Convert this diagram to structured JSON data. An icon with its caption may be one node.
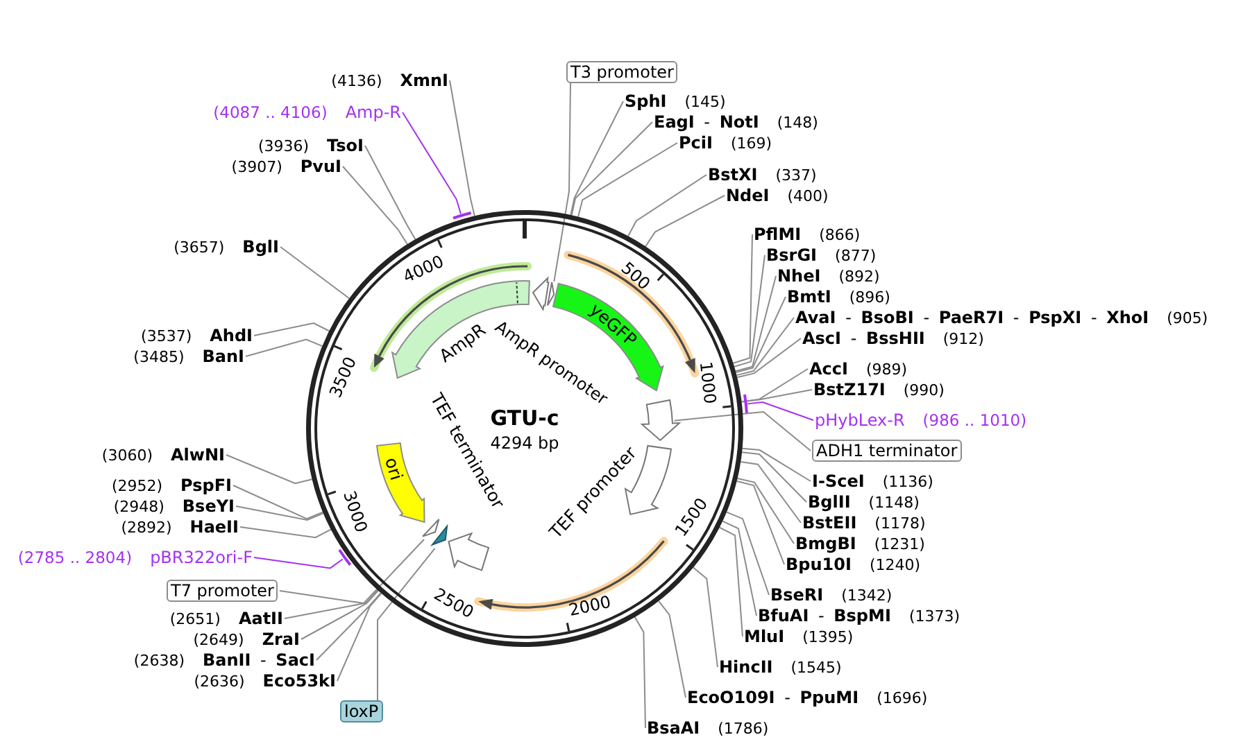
{
  "diagram": {
    "nodes": [
      {
        "text": [
          "GTU-c",
          "4294 bp"
        ]
      },
      {
        "text": [
          "AmpR"
        ],
        "in": 0
      },
      {
        "text": [
          "AmpR promoter"
        ],
        "in": 0
      },
      {
        "text": [
          "yeGFP"
        ],
        "in": 0
      },
      {
        "text": [
          "ori"
        ],
        "in": 0
      },
      {
        "text": [
          "TEF terminator"
        ],
        "in": 0
      },
      {
        "text": [
          "TEF promoter"
        ],
        "in": 0
      },
      {
        "text": [],
        "shape": "arrow",
        "in": 0
      },
      {
        "text": [],
        "shape": "arrow",
        "in": 0
      },
      {
        "text": [],
        "shape": "arrow",
        "in": 0
      },
      {
        "text": [],
        "shape": "arrow",
        "in": 0
      },
      {
        "text": [],
        "shape": "bar"
      },
      {
        "text": [],
        "shape": "bar"
      },
      {
        "text": [],
        "shape": "bar"
      },
      {
        "text": [
          "T3 promoter"
        ]
      },
      {
        "text": [
          "SphI"
        ],
        "beside": [
          "(145)"
        ]
      },
      {
        "text": [
          "**EagI** - **NotI**"
        ],
        "beside": [
          "(148)"
        ]
      },
      {
        "text": [
          "PciI"
        ],
        "beside": [
          "(169)"
        ]
      },
      {
        "text": [
          "BstXI"
        ],
        "beside": [
          "(337)"
        ]
      },
      {
        "text": [
          "NdeI"
        ],
        "beside": [
          "(400)"
        ]
      },
      {
        "text": [
          "PflMI"
        ],
        "beside": [
          "(866)"
        ]
      },
      {
        "text": [
          "BsrGI"
        ],
        "beside": [
          "(877)"
        ]
      },
      {
        "text": [
          "NheI"
        ],
        "beside": [
          "(892)"
        ]
      },
      {
        "text": [
          "BmtI"
        ],
        "beside": [
          "(896)"
        ]
      },
      {
        "text": [
          "**AvaI** - **BsoBI** - **PaeR7I** - **PspXI** - **XhoI**"
        ],
        "beside": [
          "(905)"
        ]
      },
      {
        "text": [
          "**AscI** - **BssHII**"
        ],
        "beside": [
          "(912)"
        ]
      },
      {
        "text": [
          "AccI"
        ],
        "beside": [
          "(989)"
        ]
      },
      {
        "text": [
          "BstZ17I"
        ],
        "beside": [
          "(990)"
        ]
      },
      {
        "text": [
          "pHybLex-R"
        ],
        "beside": [
          "(986 .. 1010)"
        ]
      },
      {
        "text": [
          "ADH1 terminator"
        ]
      },
      {
        "text": [
          "I-SceI"
        ],
        "beside": [
          "(1136)"
        ]
      },
      {
        "text": [
          "BglII"
        ],
        "beside": [
          "(1148)"
        ]
      },
      {
        "text": [
          "BstEII"
        ],
        "beside": [
          "(1178)"
        ]
      },
      {
        "text": [
          "BmgBI"
        ],
        "beside": [
          "(1231)"
        ]
      },
      {
        "text": [
          "Bpu10I"
        ],
        "beside": [
          "(1240)"
        ]
      },
      {
        "text": [
          "BseRI"
        ],
        "beside": [
          "(1342)"
        ]
      },
      {
        "text": [
          "**BfuAI** - **BspMI**"
        ],
        "beside": [
          "(1373)"
        ]
      },
      {
        "text": [
          "MluI"
        ],
        "beside": [
          "(1395)"
        ]
      },
      {
        "text": [
          "HincII"
        ],
        "beside": [
          "(1545)"
        ]
      },
      {
        "text": [
          "**EcoO109I** - **PpuMI**"
        ],
        "beside": [
          "(1696)"
        ]
      },
      {
        "text": [
          "BsaAI"
        ],
        "beside": [
          "(1786)"
        ]
      },
      {
        "text": [
          "loxP"
        ]
      },
      {
        "text": [
          "Eco53kI"
        ],
        "beside": [
          "(2636)"
        ]
      },
      {
        "text": [
          "**BanII** - **SacI**"
        ],
        "beside": [
          "(2638)"
        ]
      },
      {
        "text": [
          "ZraI"
        ],
        "beside": [
          "(2649)"
        ]
      },
      {
        "text": [
          "AatII"
        ],
        "beside": [
          "(2651)"
        ]
      },
      {
        "text": [
          "T7 promoter"
        ]
      },
      {
        "text": [
          "pBR322ori-F"
        ],
        "beside": [
          "(2785 .. 2804)"
        ]
      },
      {
        "text": [
          "HaeII"
        ],
        "beside": [
          "(2892)"
        ]
      },
      {
        "text": [
          "BseYI"
        ],
        "beside": [
          "(2948)"
        ]
      },
      {
        "text": [
          "PspFI"
        ],
        "beside": [
          "(2952)"
        ]
      },
      {
        "text": [
          "AlwNI"
        ],
        "beside": [
          "(3060)"
        ]
      },
      {
        "text": [
          "BanI"
        ],
        "beside": [
          "(3485)"
        ]
      },
      {
        "text": [
          "AhdI"
        ],
        "beside": [
          "(3537)"
        ]
      },
      {
        "text": [
          "BglI"
        ],
        "beside": [
          "(3657)"
        ]
      },
      {
        "text": [
          "PvuI"
        ],
        "beside": [
          "(3907)"
        ]
      },
      {
        "text": [
          "TsoI"
        ],
        "beside": [
          "(3936)"
        ]
      },
      {
        "text": [
          "Amp-R"
        ],
        "beside": [
          "(4087 .. 4106)"
        ]
      },
      {
        "text": [
          "XmnI"
        ],
        "beside": [
          "(4136)"
        ]
      }
    ],
    "edges": [
      {
        "from": 14,
        "to": 9,
        "arrow": "none"
      },
      {
        "from": 15,
        "to": 0,
        "arrow": "none"
      },
      {
        "from": 16,
        "to": 0,
        "arrow": "none"
      },
      {
        "from": 17,
        "to": 0,
        "arrow": "none"
      },
      {
        "from": 18,
        "to": 0,
        "arrow": "none"
      },
      {
        "from": 19,
        "to": 0,
        "arrow": "none"
      },
      {
        "from": 20,
        "to": 0,
        "arrow": "none"
      },
      {
        "from": 21,
        "to": 0,
        "arrow": "none"
      },
      {
        "from": 22,
        "to": 0,
        "arrow": "none"
      },
      {
        "from": 23,
        "to": 0,
        "arrow": "none"
      },
      {
        "from": 24,
        "to": 0,
        "arrow": "none"
      },
      {
        "from": 25,
        "to": 0,
        "arrow": "none"
      },
      {
        "from": 26,
        "to": 0,
        "arrow": "none"
      },
      {
        "from": 27,
        "to": 0,
        "arrow": "none"
      },
      {
        "from": 28,
        "to": 13,
        "arrow": "none",
        "color": "#a431f0"
      },
      {
        "from": 29,
        "to": 10,
        "arrow": "none"
      },
      {
        "from": 30,
        "to": 0,
        "arrow": "none"
      },
      {
        "from": 31,
        "to": 0,
        "arrow": "none"
      },
      {
        "from": 32,
        "to": 0,
        "arrow": "none"
      },
      {
        "from": 33,
        "to": 0,
        "arrow": "none"
      },
      {
        "from": 34,
        "to": 0,
        "arrow": "none"
      },
      {
        "from": 35,
        "to": 0,
        "arrow": "none"
      },
      {
        "from": 36,
        "to": 0,
        "arrow": "none"
      },
      {
        "from": 37,
        "to": 0,
        "arrow": "none"
      },
      {
        "from": 38,
        "to": 0,
        "arrow": "none"
      },
      {
        "from": 39,
        "to": 0,
        "arrow": "none"
      },
      {
        "from": 40,
        "to": 0,
        "arrow": "none"
      },
      {
        "from": 41,
        "to": 8,
        "arrow": "none"
      },
      {
        "from": 42,
        "to": 0,
        "arrow": "none"
      },
      {
        "from": 43,
        "to": 0,
        "arrow": "none"
      },
      {
        "from": 44,
        "to": 0,
        "arrow": "none"
      },
      {
        "from": 45,
        "to": 0,
        "arrow": "none"
      },
      {
        "from": 46,
        "to": 7,
        "arrow": "none"
      },
      {
        "from": 47,
        "to": 11,
        "arrow": "none",
        "color": "#a431f0"
      },
      {
        "from": 48,
        "to": 0,
        "arrow": "none"
      },
      {
        "from": 49,
        "to": 0,
        "arrow": "none"
      },
      {
        "from": 50,
        "to": 0,
        "arrow": "none"
      },
      {
        "from": 51,
        "to": 0,
        "arrow": "none"
      },
      {
        "from": 52,
        "to": 0,
        "arrow": "none"
      },
      {
        "from": 53,
        "to": 0,
        "arrow": "none"
      },
      {
        "from": 54,
        "to": 0,
        "arrow": "none"
      },
      {
        "from": 55,
        "to": 0,
        "arrow": "none"
      },
      {
        "from": 56,
        "to": 0,
        "arrow": "none"
      },
      {
        "from": 57,
        "to": 12,
        "arrow": "none",
        "color": "#a431f0"
      },
      {
        "from": 58,
        "to": 0,
        "arrow": "none"
      }
    ],
    "labels": [
      "500",
      "1000",
      "1500",
      "2000",
      "2500",
      "3000",
      "3500",
      "4000"
    ]
  }
}
